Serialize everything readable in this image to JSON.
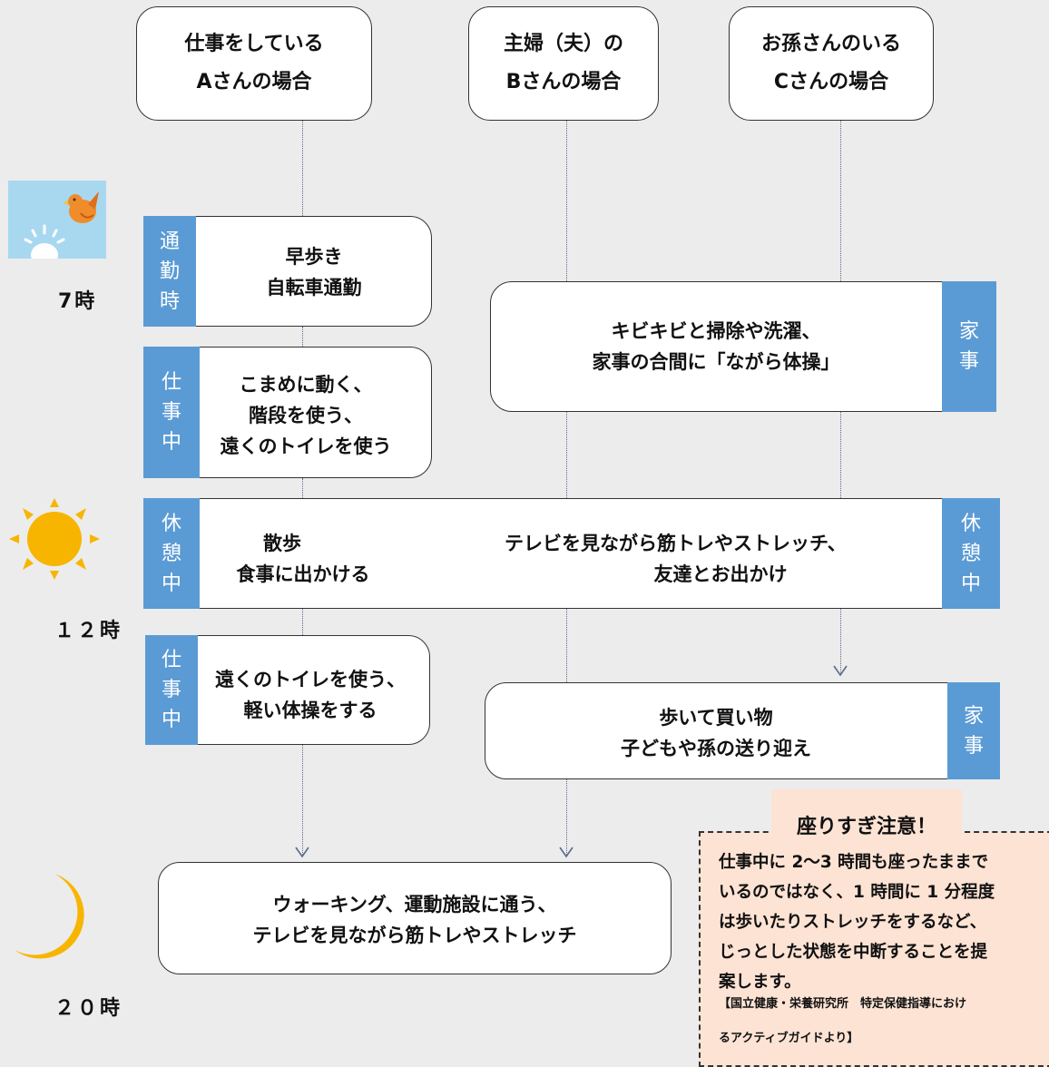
{
  "headers": {
    "a": [
      "仕事をしている",
      "Aさんの場合"
    ],
    "b": [
      "主婦（夫）の",
      "Bさんの場合"
    ],
    "c": [
      "お孫さんのいる",
      "Cさんの場合"
    ]
  },
  "times": {
    "t7": "7時",
    "t12": "１２時",
    "t20": "２０時"
  },
  "tags": {
    "commute": [
      "通",
      "勤",
      "時"
    ],
    "work1": [
      "仕",
      "事",
      "中"
    ],
    "rest_left": [
      "休",
      "憩",
      "中"
    ],
    "rest_right": [
      "休",
      "憩",
      "中"
    ],
    "work2": [
      "仕",
      "事",
      "中"
    ],
    "house1": [
      "家",
      "事"
    ],
    "house2": [
      "家",
      "事"
    ]
  },
  "boxes": {
    "commute": [
      "早歩き",
      "自転車通勤"
    ],
    "work1": [
      "こまめに動く、",
      "階段を使う、",
      "遠くのトイレを使う"
    ],
    "housework1": [
      "キビキビと掃除や洗濯、",
      "家事の合間に「ながら体操」"
    ],
    "break_a": [
      "散歩",
      "食事に出かける"
    ],
    "break_bc": [
      "テレビを見ながら筋トレやストレッチ、",
      "友達とお出かけ"
    ],
    "work2": [
      "遠くのトイレを使う、",
      "軽い体操をする"
    ],
    "housework2": [
      "歩いて買い物",
      "子どもや孫の送り迎え"
    ],
    "evening": [
      "ウォーキング、運動施設に通う、",
      "テレビを見ながら筋トレやストレッチ"
    ]
  },
  "note": {
    "title": "座りすぎ注意！",
    "body": [
      "仕事中に 2～3 時間も座ったままで",
      "いるのではなく、1 時間に 1 分程度",
      "は歩いたりストレッチをするなど、",
      "じっとした状態を中断することを提",
      "案します。"
    ],
    "source": [
      "【国立健康・栄養研究所　特定保健指導におけ",
      "るアクティブガイドより】"
    ]
  },
  "colors": {
    "tag": "#5b9bd5",
    "sun": "#f7b500",
    "moon": "#f7b500",
    "note_bg": "#fde3d4"
  }
}
